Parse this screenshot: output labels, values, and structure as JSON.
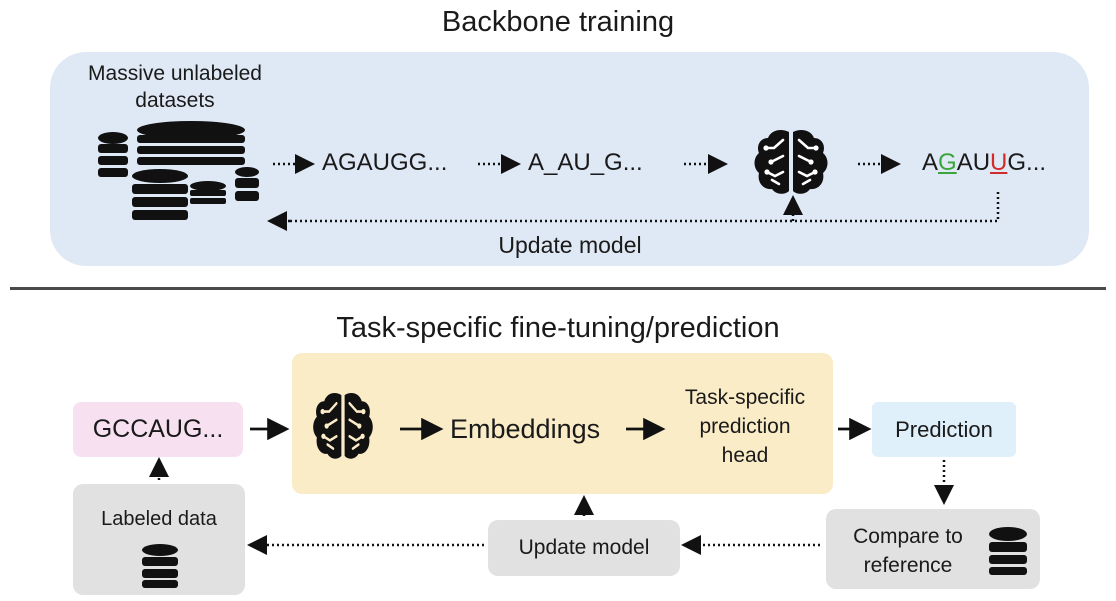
{
  "top": {
    "title": "Backbone training",
    "dataset_label": "Massive unlabeled\ndatasets",
    "seq_input": "AGAUGG...",
    "seq_masked": "A_AU_G...",
    "seq_output": {
      "prefix": "A",
      "g": "G",
      "mid": "AU",
      "u": "U",
      "suffix": "G..."
    },
    "update_label": "Update model"
  },
  "bottom": {
    "title": "Task-specific fine-tuning/prediction",
    "input_seq": "GCCAUG...",
    "embeddings": "Embeddings",
    "head_label": "Task-specific\nprediction\nhead",
    "prediction": "Prediction",
    "labeled_data": "Labeled data",
    "update_label": "Update model",
    "compare_label": "Compare to\nreference"
  },
  "colors": {
    "top_panel": "#dfe8f5",
    "model_box": "#fbecc8",
    "input_box": "#f7e1f1",
    "prediction_box": "#dff0fb",
    "gray_box": "#e1e1e1",
    "green_letter": "#3aa53a",
    "red_letter": "#d12b2b"
  },
  "icons": [
    "database-icon",
    "brain-icon"
  ]
}
